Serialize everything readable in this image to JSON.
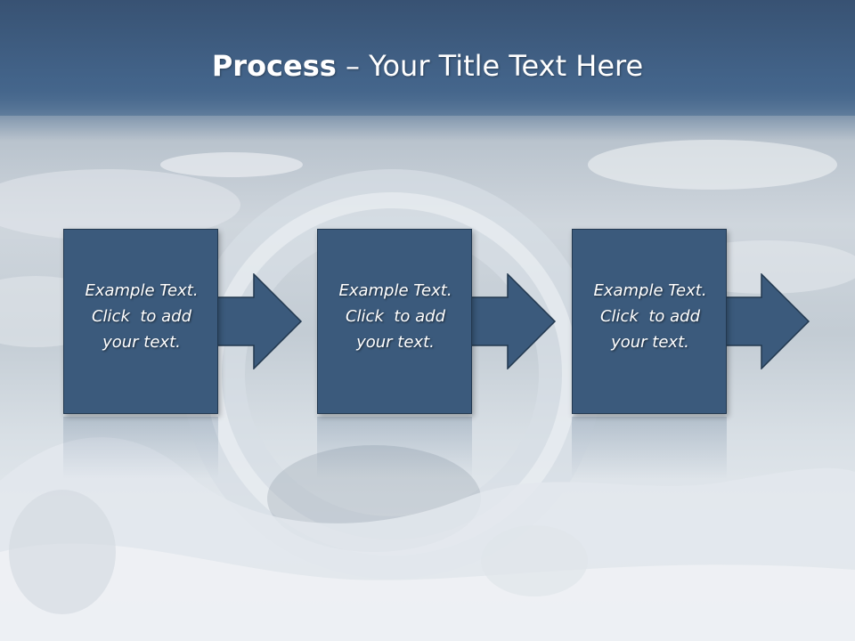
{
  "slide": {
    "title_bold": "Process",
    "title_rest": " – Your Title Text Here",
    "steps": [
      {
        "line1": "Example Text.",
        "line2": "Click  to add",
        "line3": "your text."
      },
      {
        "line1": "Example Text.",
        "line2": "Click  to add",
        "line3": "your text."
      },
      {
        "line1": "Example Text.",
        "line2": "Click  to add",
        "line3": "your text."
      }
    ]
  },
  "colors": {
    "title_band": "#385273",
    "box_fill": "#3b5a7c",
    "box_border": "#22384f",
    "text": "#ffffff"
  },
  "icons": [
    "right-arrow-icon"
  ]
}
